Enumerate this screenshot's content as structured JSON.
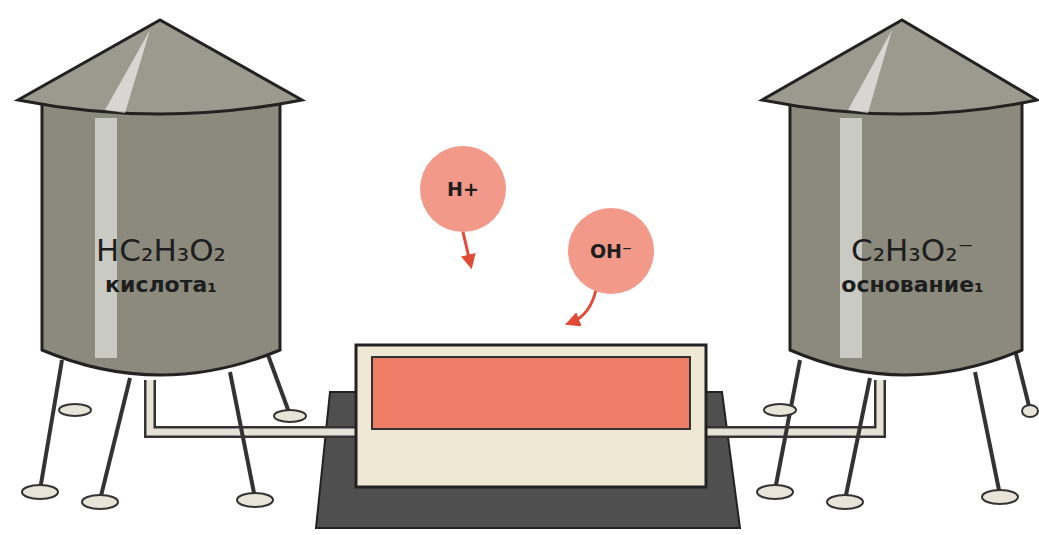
{
  "diagram": {
    "nodes": [
      {
        "text": [
          "HC₂H₃O₂",
          "кислота₁"
        ]
      },
      {
        "text": [
          "H+"
        ]
      },
      {
        "text": [
          "OH⁻"
        ]
      },
      {
        "text": [
          "C₂H₃O₂⁻",
          "основание₁"
        ]
      }
    ]
  }
}
